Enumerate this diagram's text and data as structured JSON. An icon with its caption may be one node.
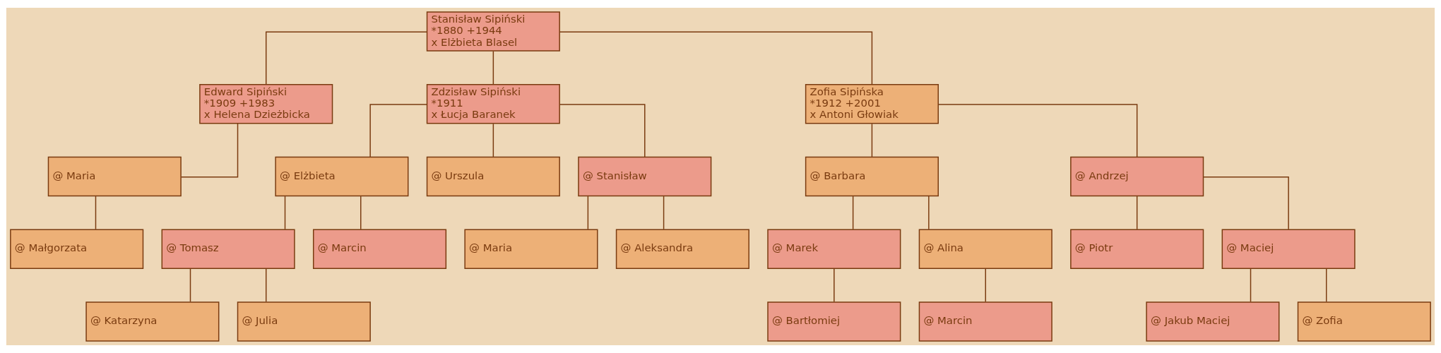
{
  "diagram": {
    "nodes": [
      {
        "text": [
          "Stanisław Sipiński",
          "*1880 +1944",
          "x Elżbieta Blasel"
        ]
      },
      {
        "text": [
          "Edward Sipiński",
          "*1909 +1983",
          "x Helena Dzieżbicka"
        ]
      },
      {
        "text": [
          "Zdzisław Sipiński",
          "*1911",
          "x Łucja Baranek"
        ]
      },
      {
        "text": [
          "Zofia Sipińska",
          "*1912 +2001",
          "x Antoni Głowiak"
        ]
      },
      {
        "text": [
          "@ Maria"
        ]
      },
      {
        "text": [
          "@ Elżbieta"
        ]
      },
      {
        "text": [
          "@ Urszula"
        ]
      },
      {
        "text": [
          "@ Stanisław"
        ]
      },
      {
        "text": [
          "@ Barbara"
        ]
      },
      {
        "text": [
          "@ Andrzej"
        ]
      },
      {
        "text": [
          "@ Małgorzata"
        ]
      },
      {
        "text": [
          "@ Tomasz"
        ]
      },
      {
        "text": [
          "@ Marcin"
        ]
      },
      {
        "text": [
          "@ Maria"
        ]
      },
      {
        "text": [
          "@ Aleksandra"
        ]
      },
      {
        "text": [
          "@ Marek"
        ]
      },
      {
        "text": [
          "@ Alina"
        ]
      },
      {
        "text": [
          "@ Piotr"
        ]
      },
      {
        "text": [
          "@ Maciej"
        ]
      },
      {
        "text": [
          "@ Katarzyna"
        ]
      },
      {
        "text": [
          "@ Julia"
        ]
      },
      {
        "text": [
          "@ Bartłomiej"
        ]
      },
      {
        "text": [
          "@ Marcin"
        ]
      },
      {
        "text": [
          "@ Jakub Maciej"
        ]
      },
      {
        "text": [
          "@ Zofia"
        ]
      }
    ],
    "edges": [
      {
        "from": 0,
        "to": 1,
        "arrow": "none"
      },
      {
        "from": 0,
        "to": 2,
        "arrow": "none"
      },
      {
        "from": 0,
        "to": 3,
        "arrow": "none"
      },
      {
        "from": 1,
        "to": 4,
        "arrow": "none"
      },
      {
        "from": 2,
        "to": 5,
        "arrow": "none"
      },
      {
        "from": 2,
        "to": 6,
        "arrow": "none"
      },
      {
        "from": 2,
        "to": 7,
        "arrow": "none"
      },
      {
        "from": 3,
        "to": 8,
        "arrow": "none"
      },
      {
        "from": 3,
        "to": 9,
        "arrow": "none"
      },
      {
        "from": 4,
        "to": 10,
        "arrow": "none"
      },
      {
        "from": 5,
        "to": 11,
        "arrow": "none"
      },
      {
        "from": 5,
        "to": 12,
        "arrow": "none"
      },
      {
        "from": 7,
        "to": 13,
        "arrow": "none"
      },
      {
        "from": 7,
        "to": 14,
        "arrow": "none"
      },
      {
        "from": 8,
        "to": 15,
        "arrow": "none"
      },
      {
        "from": 8,
        "to": 16,
        "arrow": "none"
      },
      {
        "from": 9,
        "to": 17,
        "arrow": "none"
      },
      {
        "from": 9,
        "to": 18,
        "arrow": "none"
      },
      {
        "from": 11,
        "to": 19,
        "arrow": "none"
      },
      {
        "from": 11,
        "to": 20,
        "arrow": "none"
      },
      {
        "from": 15,
        "to": 21,
        "arrow": "none"
      },
      {
        "from": 16,
        "to": 22,
        "arrow": "none"
      },
      {
        "from": 18,
        "to": 23,
        "arrow": "none"
      },
      {
        "from": 18,
        "to": 24,
        "arrow": "none"
      }
    ]
  }
}
